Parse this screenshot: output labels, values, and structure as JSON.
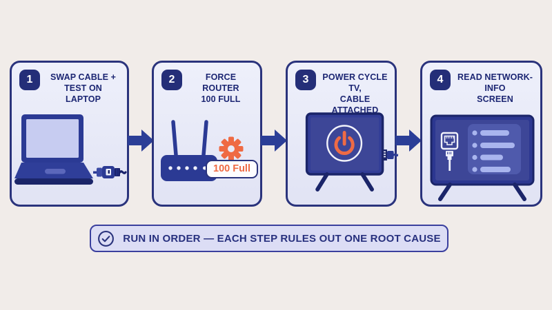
{
  "steps": [
    {
      "number": "1",
      "title_line1": "SWAP CABLE +",
      "title_line2": "TEST ON LAPTOP",
      "icon": "laptop-ethernet-adapter-icon"
    },
    {
      "number": "2",
      "title_line1": "FORCE ROUTER",
      "title_line2": "100 FULL",
      "icon": "router-gear-icon",
      "badge_label": "100 Full"
    },
    {
      "number": "3",
      "title_line1": "POWER CYCLE TV,",
      "title_line2": "CABLE ATTACHED",
      "icon": "tv-power-button-icon"
    },
    {
      "number": "4",
      "title_line1": "READ NETWORK-INFO",
      "title_line2": "SCREEN",
      "icon": "tv-network-info-icon"
    }
  ],
  "connectors": {
    "icon": "arrow-right-icon",
    "count": 3
  },
  "footer": {
    "label": "RUN IN ORDER — EACH STEP RULES OUT ONE ROOT CAUSE",
    "icon": "check-circle-icon"
  },
  "colors": {
    "background": "#f1ece9",
    "card_fill": "#e9ebf8",
    "navy": "#2a337c",
    "illustration_navy": "#2b3a94",
    "dark_navy": "#1b2569",
    "arrow_blue": "#2b3e97",
    "orange": "#ef6a43",
    "banner_fill": "#dcddf5",
    "screen_indigo": "#3d4697",
    "list_bar": "#a9b5ee"
  }
}
